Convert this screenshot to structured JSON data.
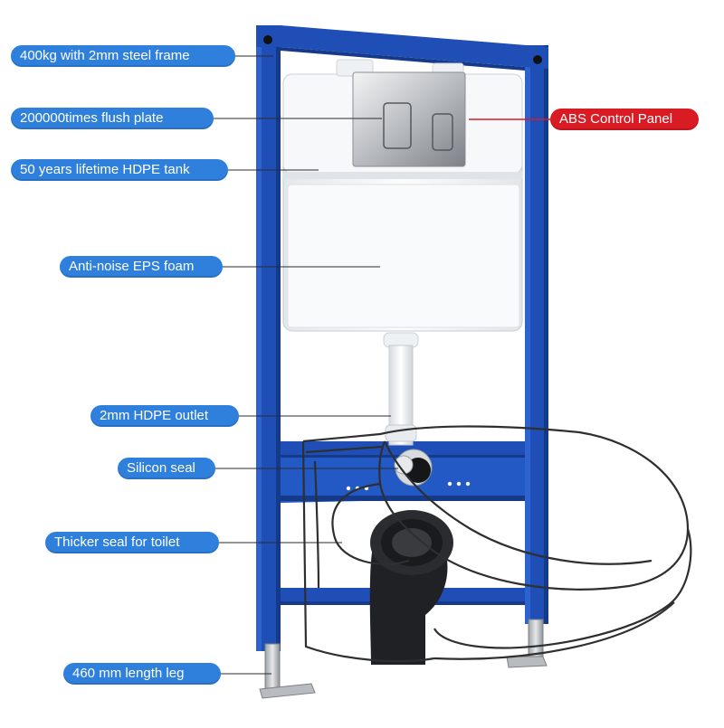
{
  "colors": {
    "label_blue": "#2f80dd",
    "label_red": "#d91b24",
    "frame_blue": "#1f4fb6",
    "frame_blue_dark": "#153a8a"
  },
  "labels": {
    "frame": "400kg with 2mm steel frame",
    "flush_plate": "200000times flush plate",
    "tank": "50 years lifetime HDPE tank",
    "foam": "Anti-noise EPS foam",
    "outlet": "2mm HDPE outlet",
    "silicon_seal": "Silicon seal",
    "toilet_seal": "Thicker seal for toilet",
    "leg": "460 mm length leg",
    "control_panel": "ABS Control Panel"
  }
}
